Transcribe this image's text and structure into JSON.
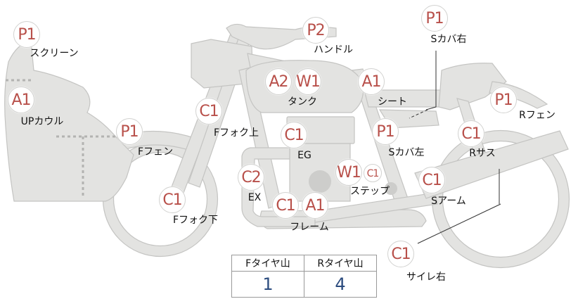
{
  "badges": [
    {
      "id": "p1-screen",
      "code": "P1"
    },
    {
      "id": "a1-upcowl",
      "code": "A1"
    },
    {
      "id": "p1-ffender",
      "code": "P1"
    },
    {
      "id": "c1-ffork-up",
      "code": "C1"
    },
    {
      "id": "c1-ffork-down",
      "code": "C1"
    },
    {
      "id": "p2-handle",
      "code": "P2"
    },
    {
      "id": "a2-tank",
      "code": "A2"
    },
    {
      "id": "w1-tank",
      "code": "W1"
    },
    {
      "id": "a1-seat",
      "code": "A1"
    },
    {
      "id": "p1-scover-right",
      "code": "P1"
    },
    {
      "id": "p1-rfender",
      "code": "P1"
    },
    {
      "id": "c1-eg",
      "code": "C1"
    },
    {
      "id": "p1-scover-left",
      "code": "P1"
    },
    {
      "id": "c1-rsus",
      "code": "C1"
    },
    {
      "id": "c2-ex",
      "code": "C2"
    },
    {
      "id": "w1-step",
      "code": "W1"
    },
    {
      "id": "c1-step",
      "code": "C1"
    },
    {
      "id": "c1-sarm",
      "code": "C1"
    },
    {
      "id": "c1-frame",
      "code": "C1"
    },
    {
      "id": "a1-frame",
      "code": "A1"
    },
    {
      "id": "c1-silencer-right",
      "code": "C1"
    }
  ],
  "labels": [
    {
      "id": "screen",
      "text": "スクリーン"
    },
    {
      "id": "upcowl",
      "text": "UPカウル"
    },
    {
      "id": "ffender",
      "text": "Fフェン"
    },
    {
      "id": "ffork-up",
      "text": "Fフォク上"
    },
    {
      "id": "ffork-down",
      "text": "Fフォク下"
    },
    {
      "id": "handle",
      "text": "ハンドル"
    },
    {
      "id": "tank",
      "text": "タンク"
    },
    {
      "id": "seat",
      "text": "シート"
    },
    {
      "id": "scover-right",
      "text": "Sカバ右"
    },
    {
      "id": "rfender",
      "text": "Rフェン"
    },
    {
      "id": "eg",
      "text": "EG"
    },
    {
      "id": "scover-left",
      "text": "Sカバ左"
    },
    {
      "id": "rsus",
      "text": "Rサス"
    },
    {
      "id": "ex",
      "text": "EX"
    },
    {
      "id": "step",
      "text": "ステップ"
    },
    {
      "id": "sarm",
      "text": "Sアーム"
    },
    {
      "id": "frame",
      "text": "フレーム"
    },
    {
      "id": "silencer-right",
      "text": "サイレ右"
    }
  ],
  "tire_table": {
    "headers": [
      "Fタイヤ山",
      "Rタイヤ山"
    ],
    "values": [
      "1",
      "4"
    ]
  }
}
